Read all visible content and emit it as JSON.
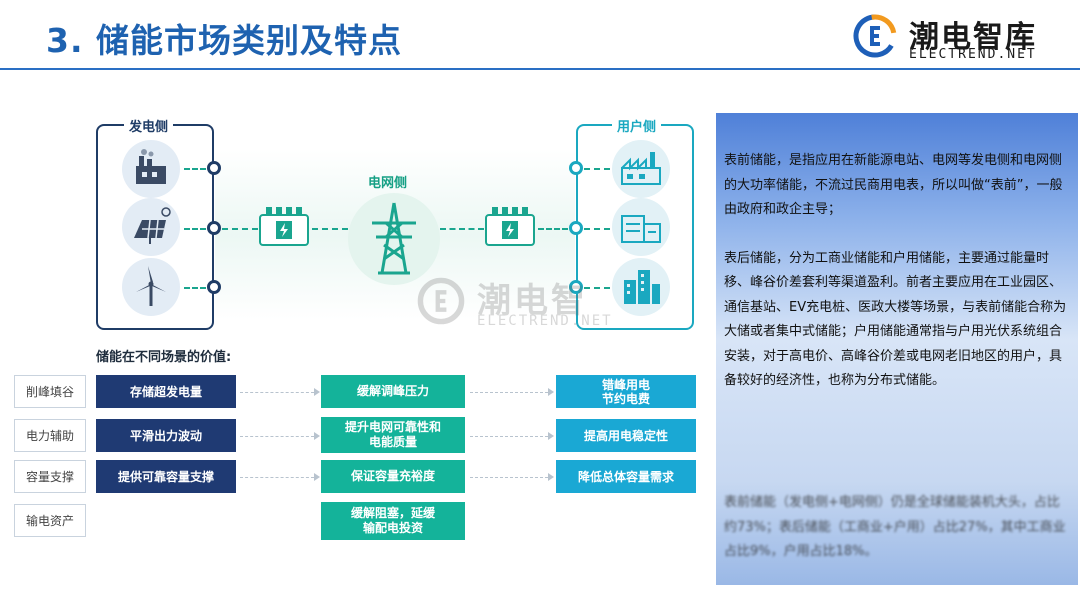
{
  "header": {
    "title": "3. 储能市场类别及特点"
  },
  "logo": {
    "name_cn": "潮电智库",
    "name_en": "ELECTREND.NET"
  },
  "watermark": {
    "name_cn": "潮电智",
    "name_en": "ELECTREND.NET"
  },
  "diagram": {
    "gen_side_label": "发电侧",
    "grid_side_label": "电网侧",
    "user_side_label": "用户侧",
    "gen_icons": [
      "factory-icon",
      "solar-panel-icon",
      "wind-turbine-icon"
    ],
    "user_icons": [
      "industrial-plant-icon",
      "warehouse-icon",
      "office-building-icon"
    ]
  },
  "value_section": {
    "title": "储能在不同场景的价值:",
    "categories": [
      "削峰填谷",
      "电力辅助",
      "容量支撑",
      "输电资产"
    ],
    "gen_values": [
      "存储超发电量",
      "平滑出力波动",
      "提供可靠容量支撑"
    ],
    "grid_values": [
      "缓解调峰压力",
      "提升电网可靠性和\n电能质量",
      "保证容量充裕度",
      "缓解阻塞，延缓\n输配电投资"
    ],
    "user_values": [
      "错峰用电\n节约电费",
      "提高用电稳定性",
      "降低总体容量需求"
    ]
  },
  "panel": {
    "para1": "表前储能，是指应用在新能源电站、电网等发电侧和电网侧的大功率储能，不流过民商用电表，所以叫做“表前”，一般由政府和政企主导；",
    "para2": "表后储能，分为工商业储能和户用储能，主要通过能量时移、峰谷价差套利等渠道盈利。前者主要应用在工业园区、通信基站、EV充电桩、医政大楼等场景，与表前储能合称为大储或者集中式储能；户用储能通常指与户用光伏系统组合安装，对于高电价、高峰谷价差或电网老旧地区的用户，具备较好的经济性，也称为分布式储能。",
    "para3": "表前储能（发电侧+电网侧）仍是全球储能装机大头，占比约73%；表后储能（工商业+户用）占比27%，其中工商业占比9%，户用占比18%。"
  },
  "colors": {
    "title_blue": "#1e62b0",
    "navy": "#1f3a73",
    "teal": "#14b39a",
    "sky": "#1aa8d4"
  }
}
